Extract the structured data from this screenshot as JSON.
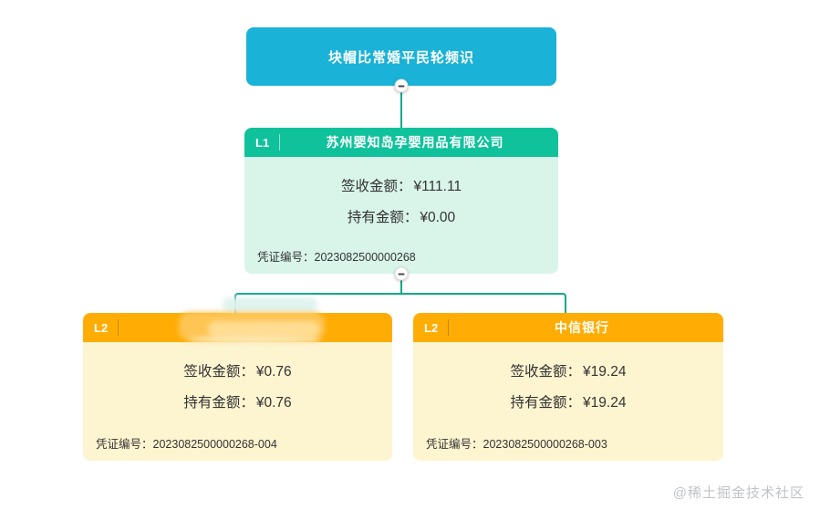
{
  "colors": {
    "root_node_bg": "#1ab2d7",
    "l1_header_bg": "#0fc29c",
    "l1_body_bg": "#d9f5ea",
    "l2_header_bg": "#ffad05",
    "l2_body_bg": "#fdf4d0",
    "connector": "#0ca98b",
    "watermark_text": "#c0c3c7"
  },
  "tree": {
    "root": {
      "title": "块帽比常婚平民轮频识"
    },
    "l1": {
      "badge": "L1",
      "title": "苏州婴知岛孕婴用品有限公司",
      "received_label": "签收金额：",
      "received_value": "¥111.11",
      "held_label": "持有金额：",
      "held_value": "¥0.00",
      "voucher_label": "凭证编号：",
      "voucher_value": "2023082500000268"
    },
    "l2_left": {
      "badge": "L2",
      "title": "",
      "received_label": "签收金额：",
      "received_value": "¥0.76",
      "held_label": "持有金额：",
      "held_value": "¥0.76",
      "voucher_label": "凭证编号：",
      "voucher_value": "2023082500000268-004"
    },
    "l2_right": {
      "badge": "L2",
      "title": "中信银行",
      "received_label": "签收金额：",
      "received_value": "¥19.24",
      "held_label": "持有金额：",
      "held_value": "¥19.24",
      "voucher_label": "凭证编号：",
      "voucher_value": "2023082500000268-003"
    }
  },
  "watermark": {
    "text": "@稀土掘金技术社区"
  }
}
